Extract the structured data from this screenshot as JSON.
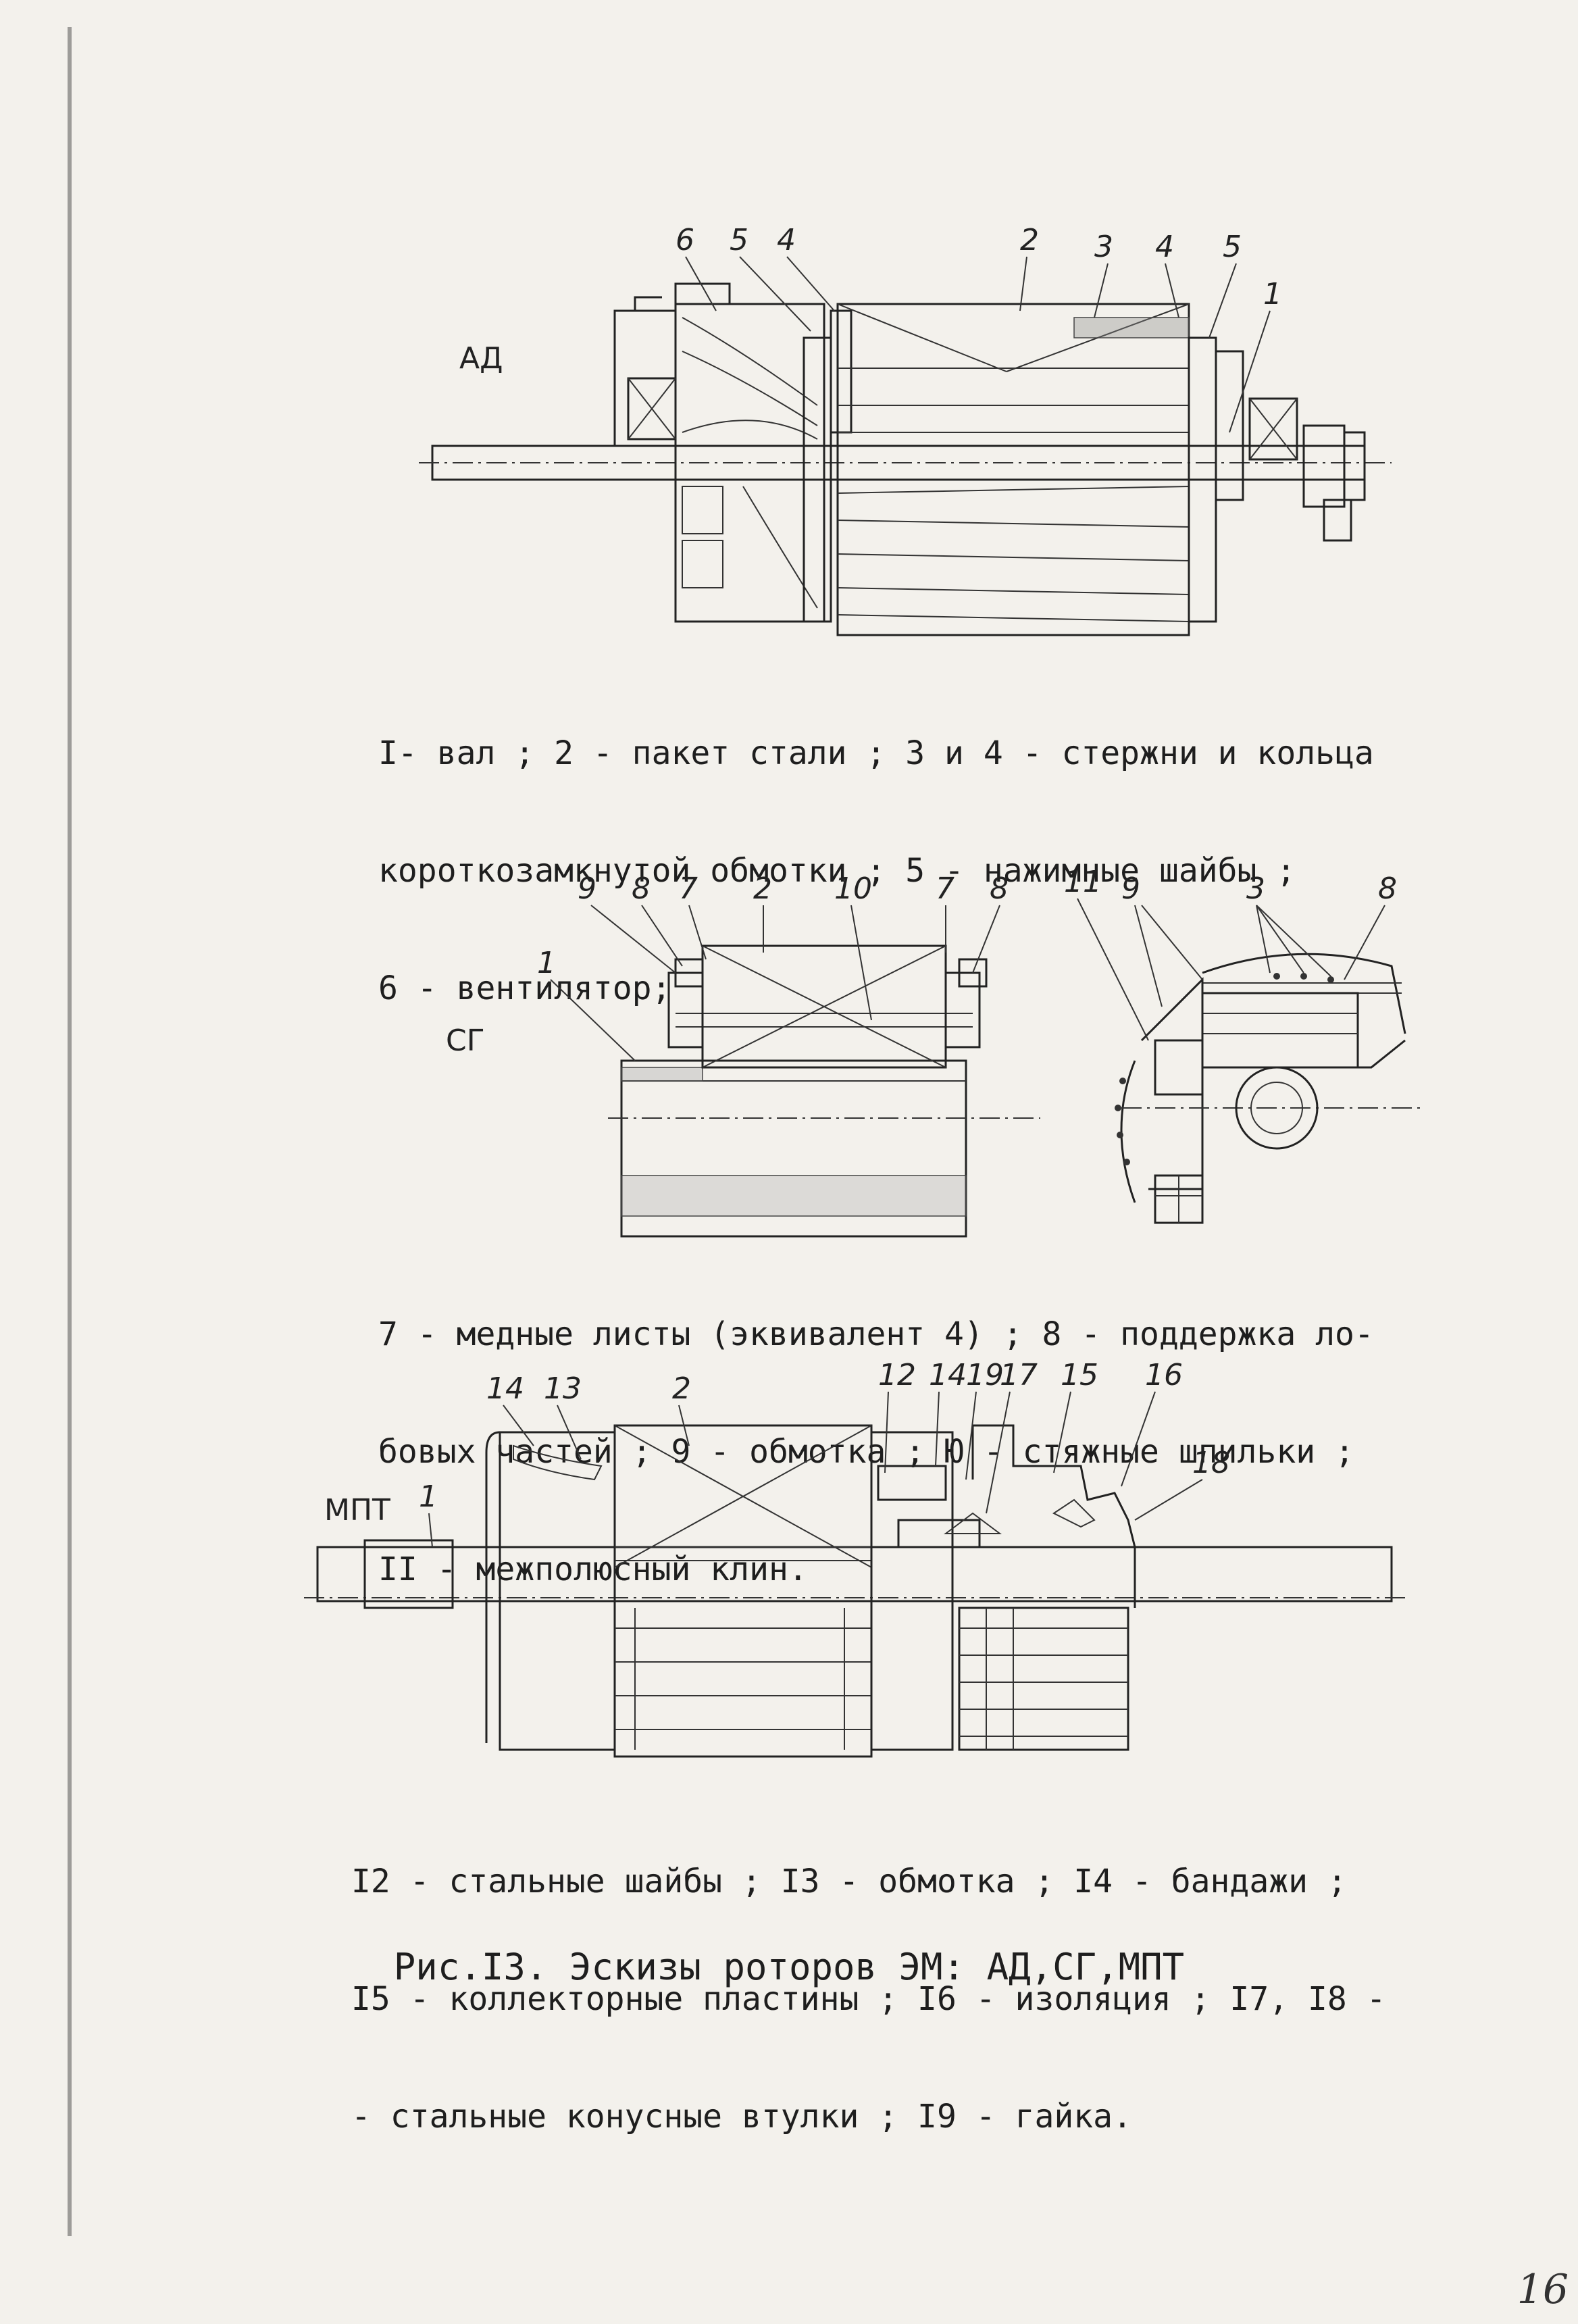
{
  "figure_ad": {
    "side_label": "АД",
    "callouts": [
      "6",
      "5",
      "4",
      "2",
      "3",
      "4",
      "5",
      "1"
    ],
    "caption_lines": [
      "I- вал ; 2 - пакет стали ; 3 и 4 - стержни и кольца",
      "короткозамкнутой обмотки ; 5 - нажимные шайбы ;",
      "6 - вентилятор;"
    ]
  },
  "figure_sg": {
    "side_label": "СГ",
    "callouts_left": [
      "9",
      "8",
      "7",
      "2",
      "10",
      "7",
      "8",
      "1"
    ],
    "callouts_right": [
      "11",
      "9",
      "3",
      "8"
    ],
    "caption_lines": [
      "7 - медные листы (эквивалент 4) ; 8 - поддержка ло-",
      "бовых частей ; 9 - обмотка ; Ю - стяжные шпильки ;",
      "II - межполюсный клин."
    ]
  },
  "figure_mpt": {
    "side_label": "МПТ",
    "callouts": [
      "14",
      "13",
      "2",
      "12",
      "14",
      "19",
      "17",
      "15",
      "16",
      "18",
      "1"
    ],
    "caption_lines": [
      "I2 - стальные шайбы ; I3 - обмотка ; I4 - бандажи ;",
      "I5 - коллекторные пластины ; I6 - изоляция ; I7, I8 -",
      "- стальные конусные втулки ; I9 - гайка."
    ]
  },
  "figure_title": "Рис.I3. Эскизы роторов ЭМ: АД,СГ,МПТ",
  "page_number": "16"
}
